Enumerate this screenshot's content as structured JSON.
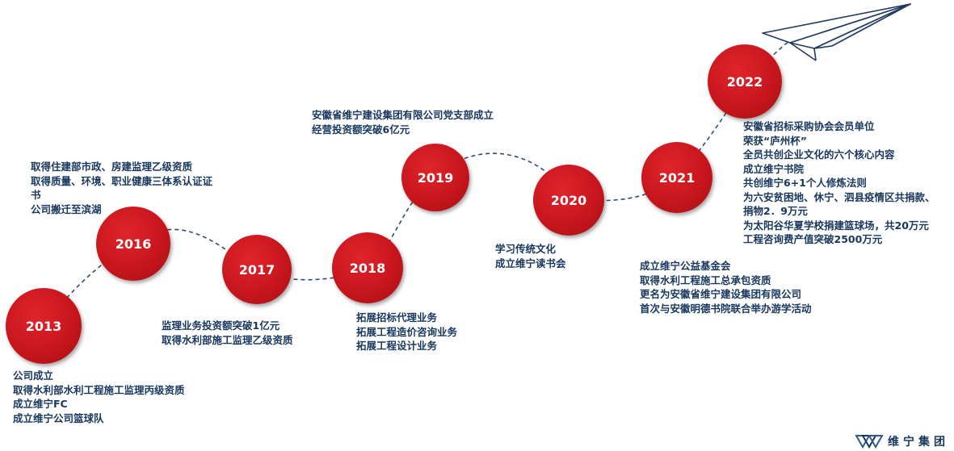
{
  "milestones": [
    {
      "year": "2013",
      "events": [
        "公司成立",
        "取得水利部水利工程施工监理丙级资质",
        "成立维宁FC",
        "成立维宁公司篮球队"
      ]
    },
    {
      "year": "2016",
      "events": [
        "取得住建部市政、房建监理乙级资质",
        "取得质量、环境、职业健康三体系认证证",
        "书",
        "公司搬迁至滨湖"
      ]
    },
    {
      "year": "2017",
      "events": [
        "监理业务投资额突破1亿元",
        "取得水利部施工监理乙级资质"
      ]
    },
    {
      "year": "2018",
      "events": [
        "拓展招标代理业务",
        "拓展工程造价咨询业务",
        "拓展工程设计业务"
      ]
    },
    {
      "year": "2019",
      "events": [
        "安徽省维宁建设集团有限公司党支部成立",
        "经营投资额突破6亿元"
      ]
    },
    {
      "year": "2020",
      "events": [
        "学习传统文化",
        "成立维宁读书会"
      ]
    },
    {
      "year": "2021",
      "events": [
        "成立维宁公益基金会",
        "取得水利工程施工总承包资质",
        "更名为安徽省维宁建设集团有限公司",
        "首次与安徽明德书院联合举办游学活动"
      ]
    },
    {
      "year": "2022",
      "events": [
        "安徽省招标采购协会会员单位",
        "荣获“庐州杯”",
        "全员共创企业文化的六个核心内容",
        "成立维宁书院",
        "共创维宁6+1个人修炼法则",
        "为六安贫困地、休宁、泗县疫情区共捐款、",
        "捐物2．9万元",
        "为太阳谷华夏学校捐建篮球场，共20万元",
        "工程咨询费产值突破2500万元"
      ]
    }
  ],
  "footer": {
    "brand": "维宁集团",
    "logo_icon": "weining-logo-icon"
  },
  "decor": {
    "plane_icon": "paper-plane-icon"
  },
  "colors": {
    "circle": "#c8161d",
    "text": "#17375e",
    "line": "#2c4e74"
  }
}
